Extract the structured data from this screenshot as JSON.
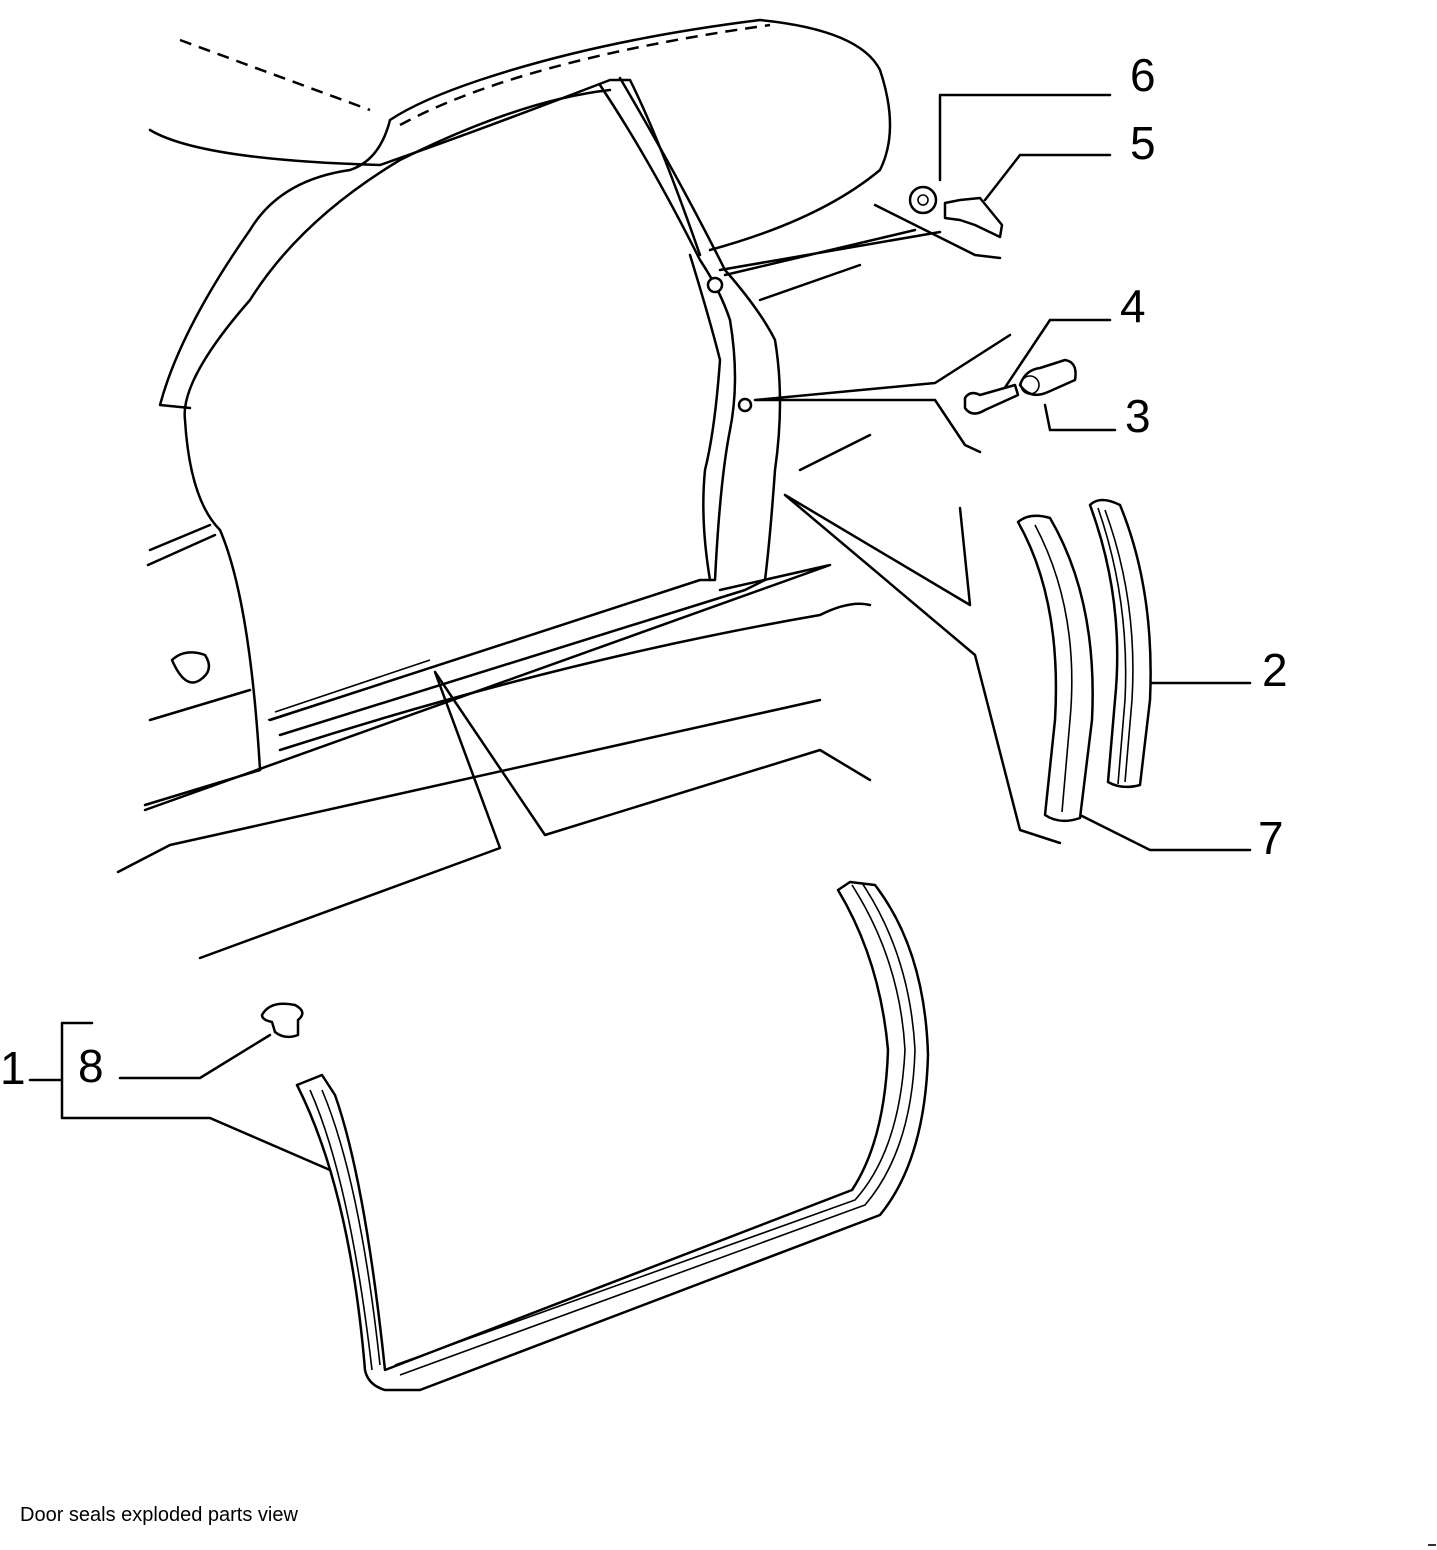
{
  "diagram": {
    "title": "Door seals exploded parts view",
    "callouts": [
      {
        "id": "callout-6",
        "text": "6"
      },
      {
        "id": "callout-5",
        "text": "5"
      },
      {
        "id": "callout-4",
        "text": "4"
      },
      {
        "id": "callout-3",
        "text": "3"
      },
      {
        "id": "callout-2",
        "text": "2"
      },
      {
        "id": "callout-7",
        "text": "7"
      },
      {
        "id": "callout-1",
        "text": "1"
      },
      {
        "id": "callout-8",
        "text": "8"
      }
    ]
  }
}
